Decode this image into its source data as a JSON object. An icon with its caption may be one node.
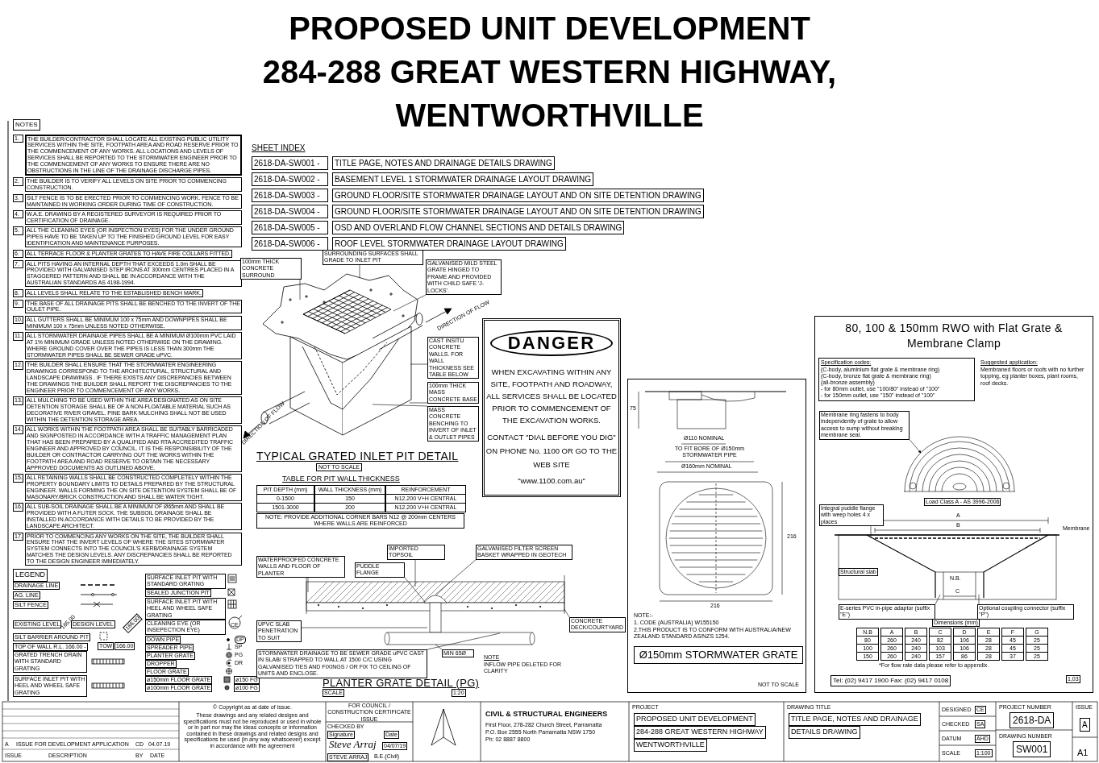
{
  "diagram": {
    "title": "PROPOSED UNIT DEVELOPMENT 284-288 GREAT WESTERN HIGHWAY, WENTWORTHVILLE",
    "nodes": [
      {
        "text": [
          "SURROUNDING SURFACES SHALL GRADE TO INLET PIT"
        ]
      },
      {
        "text": [
          "100mm THICK CONCRETE SURROUND"
        ]
      },
      {
        "text": [
          "GALVANISED MILD STEEL GRATE HINGED TO FRAME AND PROVIDED WITH CHILD SAFE 'J-LOCKS'."
        ]
      },
      {
        "text": [
          "CAST INSITU CONCRETE WALLS. FOR WALL THICKNESS SEE TABLE BELOW"
        ]
      },
      {
        "text": [
          "100mm THICK MASS CONCRETE BASE"
        ]
      },
      {
        "text": [
          "MASS CONCRETE BENCHING TO INVERT OF INLET & OUTLET PIPES"
        ]
      },
      {
        "text": [
          "IMPORTED TOPSOIL"
        ]
      },
      {
        "text": [
          "WATERPROOFED CONCRETE WALLS AND FLOOR OF PLANTER"
        ]
      },
      {
        "text": [
          "GALVANISED FILTER SCREEN BASKET WRAPPED IN GEOTECH"
        ]
      },
      {
        "text": [
          "PUDDLE FLANGE"
        ]
      },
      {
        "text": [
          "MIN 65Ø"
        ]
      },
      {
        "text": [
          "UPVC SLAB PENETRATION TO SUIT"
        ]
      },
      {
        "text": [
          "CONCRETE DECK/COURTYARD"
        ]
      },
      {
        "text": [
          "STORMWATER DRAINAGE TO BE SEWER GRADE uPVC CAST IN SLAB/ STRAPPED TO WALL AT 1500 C/C USING GALVANISED TIES AND FIXINGS / OR FIX TO CEILING OF UNITS AND ENCLOSE."
        ]
      },
      {
        "text": [
          "Membrane ring fastens to body independently of grate to allow access to sump without breaking membrane seal."
        ]
      },
      {
        "text": [
          "Integral puddle flange with weep holes 4 x places"
        ]
      },
      {
        "text": [],
        "shape": "picture"
      },
      {
        "text": [],
        "shape": "picture"
      },
      {
        "text": [],
        "shape": "picture"
      },
      {
        "text": [],
        "shape": "picture"
      },
      {
        "text": [
          "E-series PVC in-pipe adaptor (suffix \"E\")"
        ]
      },
      {
        "text": [
          "Optional coupling connector (suffix \"P\")"
        ]
      }
    ],
    "edges": [
      {
        "from": 0,
        "to": 16,
        "arrow": "none"
      },
      {
        "from": 1,
        "to": 16,
        "arrow": "none"
      },
      {
        "from": 2,
        "to": 16,
        "arrow": "none"
      },
      {
        "from": 3,
        "to": 16,
        "arrow": "none"
      },
      {
        "from": 4,
        "to": 16,
        "arrow": "none"
      },
      {
        "from": 5,
        "to": 16,
        "arrow": "none"
      },
      {
        "from": 6,
        "to": 17,
        "arrow": "none"
      },
      {
        "from": 7,
        "to": 17,
        "arrow": "none"
      },
      {
        "from": 8,
        "to": 17,
        "arrow": "none"
      },
      {
        "from": 9,
        "to": 17,
        "arrow": "none"
      },
      {
        "from": 10,
        "to": 17,
        "arrow": "none"
      },
      {
        "from": 11,
        "to": 17,
        "arrow": "none"
      },
      {
        "from": 12,
        "to": 17,
        "arrow": "none"
      },
      {
        "from": 13,
        "to": 17,
        "arrow": "none"
      },
      {
        "from": 14,
        "to": 18,
        "arrow": "to"
      },
      {
        "from": 15,
        "to": 19,
        "arrow": "none"
      },
      {
        "from": 20,
        "to": 19,
        "arrow": "none"
      },
      {
        "from": 21,
        "to": 19,
        "arrow": "none"
      }
    ],
    "labels": [
      "NOTES",
      "1.",
      "THE BUILDER/CONTRACTOR SHALL LOCATE ALL EXISTING PUBLIC UTILITY SERVICES WITHIN THE SITE, FOOTPATH AREA AND ROAD RESERVE PRIOR TO THE COMMENCEMENT OF ANY WORKS. ALL LOCATIONS AND LEVELS OF SERVICES SHALL BE REPORTED TO THE STORMWATER ENGINEER PRIOR TO THE COMMENCEMENT OF ANY WORKS TO ENSURE THERE ARE NO OBSTRUCTIONS IN THE LINE OF THE DRAINAGE DISCHARGE PIPES.",
      "2.",
      "THE BUILDER IS TO VERIFY ALL LEVELS ON SITE PRIOR TO COMMENCING CONSTRUCTION.",
      "3.",
      "SILT FENCE IS TO BE ERECTED PRIOR TO COMMENCING WORK. FENCE TO BE MAINTAINED IN WORKING ORDER DURING TIME OF CONSTRUCTION.",
      "4.",
      "W.A.E. DRAWING BY A REGISTERED SURVEYOR IS REQUIRED PRIOR TO CERTIFICATION OF DRAINAGE.",
      "5.",
      "ALL THE CLEANING EYES (OR INSPECTION EYES) FOR THE UNDER GROUND PIPES HAVE TO BE TAKEN UP TO THE FINISHED GROUND LEVEL FOR EASY IDENTIFICATION AND MAINTENANCE PURPOSES.",
      "6.",
      "ALL TERRACE FLOOR & PLANTER GRATES TO HAVE FIRE COLLARS FITTED.",
      "7.",
      "ALL PITS HAVING AN INTERNAL DEPTH THAT EXCEEDS 1.0m SHALL BE PROVIDED WITH GALVANISED STEP IRONS AT 300mm CENTRES PLACED IN A STAGGERED PATTERN AND SHALL BE IN ACCORDANCE WITH THE AUSTRALIAN STANDARDS AS 4198-1994.",
      "8.",
      "ALL LEVELS SHALL RELATE TO THE ESTABLISHED BENCH MARK.",
      "9.",
      "THE BASE OF ALL DRAINAGE PITS SHALL BE BENCHED TO THE INVERT OF THE OULET PIPE.",
      "10.",
      "ALL GUTTERS SHALL BE MINIMUM 100 x 75mm AND DOWNPIPES SHALL BE MINIMUM 100 x 75mm UNLESS NOTED OTHERWISE.",
      "11.",
      "ALL STORMWATER DRAINAGE PIPES SHALL BE A MINIMUM Ø100mm PVC LAID AT 1% MINIMUM GRADE UNLESS NOTED OTHERWISE ON THE DRAWING. WHERE GROUND COVER OVER THE PIPES IS LESS THAN 300mm THE STORMWATER PIPES SHALL BE SEWER GRADE uPVC.",
      "12.",
      "THE BUILDER SHALL ENSURE THAT THE STORMWATER ENGINEERING DRAWINGS CORRESPOND TO THE ARCHITECTURAL, STRUCTURAL AND LANDSCAPE DRAWINGS . IF THERE EXISTS ANY DISCREPANCIES BETWEEN THE DRAWINGS THE BUILDER SHALL REPORT THE DISCREPANCIES TO THE ENGINEER PRIOR TO COMMENCEMENT OF ANY WORKS.",
      "13.",
      "ALL MULCHING TO BE USED WITHIN THE AREA DESIGNATED AS ON SITE DETENTION STORAGE SHALL BE OF A NON-FLOATABLE MATERIAL SUCH AS DECORATIVE RIVER GRAVEL. PINE BARK MULCHING SHALL NOT BE USED WITHIN THE DETENTION STORAGE AREA.",
      "14.",
      "ALL WORKS WITHIN THE FOOTPATH AREA SHALL BE SUITABLY BARRICADED AND SIGNPOSTED IN ACCORDANCE WITH A TRAFFIC MANAGEMENT PLAN THAT HAS BEEN PREPARED BY A QUALIFIED AND RTA ACCREDITED TRAFFIC ENGINEER AND APPROVED BY COUNCIL. IT IS THE RESPONSIBILITY OF THE BUILDER OR CONTRACTOR CARRYING OUT THE WORKS WITHIN THE FOOTPATH AREA AND ROAD RESERVE TO OBTAIN THE NECESSARY APPROVED DOCUMENTS AS OUTLINED ABOVE.",
      "15.",
      "ALL RETAINING WALLS SHALL BE CONSTRUCTED COMPLETELY WITHIN THE PROPERTY BOUNDARY LIMITS TO DETAILS PREPARED BY THE STRUCTURAL ENGINEER. WALLS FORMING THE ON SITE DETENTION SYSTEM SHALL BE OF MASONARY/BRICK CONSTRUCTION AND SHALL BE WATER TIGHT.",
      "16.",
      "ALL SUB-SOIL DRAINAGE SHALL BE A MINIMUM OF Ø65mm AND SHALL BE PROVIDED WITH A FLITER SOCK. THE SUBSOIL DRAINAGE SHALL BE INSTALLED IN ACCORDANCE WITH DETAILS TO BE PROVIDED BY THE LANDSCAPE ARCHITECT.",
      "17.",
      "PRIOR TO COMMENCING ANY WORKS ON THE SITE, THE BUILDER SHALL ENSURE THAT THE INVERT LEVELS OF WHERE THE SITES STORMWATER SYSTEM CONNECTS INTO THE COUNCIL'S KERB/DRAINAGE SYSTEM MATCHES THE DESIGN LEVELS. ANY DISCREPANCIES SHALL BE REPORTED TO THE DESIGN ENGINEER IMMEDIATELY.",
      "SHEET INDEX",
      "2618-DA-SW001 -",
      "TITLE PAGE, NOTES AND DRAINAGE DETAILS DRAWING",
      "2618-DA-SW002 -",
      "BASEMENT LEVEL 1 STORMWATER DRAINAGE LAYOUT DRAWING",
      "2618-DA-SW003 -",
      "GROUND FLOOR/SITE STORMWATER DRAINAGE LAYOUT AND ON SITE DETENTION DRAWING",
      "2618-DA-SW004 -",
      "GROUND FLOOR/SITE STORMWATER DRAINAGE LAYOUT AND ON SITE DETENTION DRAWING",
      "2618-DA-SW005 -",
      "OSD AND OVERLAND FLOW CHANNEL SECTIONS AND DETAILS DRAWING",
      "2618-DA-SW006 -",
      "ROOF LEVEL STORMWATER DRAINAGE LAYOUT DRAWING",
      "DIRECTION OF FLOW",
      "DIRECTION OF FLOW",
      "TYPICAL GRATED INLET PIT DETAIL",
      "NOT TO SCALE",
      "TABLE FOR PIT WALL THICKNESS",
      "PIT DEPTH (mm)",
      "WALL THICKNESS (mm)",
      "REINFORCEMENT",
      "0-1500",
      "150",
      "N12.200 V+H CENTRAL",
      "1501-3000",
      "200",
      "N12.200 V+H CENTRAL",
      "NOTE: PROVIDE ADDITIONAL CORNER BARS N12 @ 200mm CENTERS WHERE WALLS ARE REINFORCED",
      "DANGER",
      "WHEN EXCAVATING WITHIN ANY SITE, FOOTPATH AND ROADWAY, ALL SERVICES SHALL BE LOCATED PRIOR TO COMMENCEMENT OF THE EXCAVATION WORKS.",
      "CONTACT \"DIAL BEFORE YOU DIG\" ON PHONE No. 1100 OR GO TO THE WEB SITE",
      "\"www.1100.com.au\"",
      "75",
      "Ø110 NOMINAL",
      "TO FIT BORE OF Ø150mm STORMWATER PIPE",
      "Ø160mm NOMINAL",
      "216",
      "216",
      "NOTE:-",
      "1. CODE (AUSTRALIA) W155150",
      "2.THIS PRODUCT IS TO CONFORM WITH AUSTRALIA/NEW ZEALAND STANDARD AS/NZS 1254.",
      "Ø150mm STORMWATER GRATE",
      "NOT TO SCALE",
      "PLANTER GRATE DETAIL (PG)",
      "SCALE",
      "1:20",
      "NOTE",
      "INFLOW PIPE DELETED FOR CLARITY",
      "80, 100 & 150mm RWO with Flat Grate & Membrane Clamp",
      "Specification codes:",
      "(C-body, aluminium flat grate & membrane ring)",
      "(C-body, bronze flat grate & membrane ring)",
      "(all-bronze assembly)",
      "- for 80mm outlet, use \"100/80\" instead of \"100\"",
      "- for 150mm outlet, use \"150\" instead of \"100\"",
      "Suggested application:",
      "Membraned floors or roofs with no further topping, eg planter boxes, plant rooms, roof decks.",
      "Load Class A - AS 3996-2006",
      "Membrane",
      "Structural slab",
      "A",
      "B",
      "N.B.",
      "C",
      "Dimensions (mm)",
      "N.B",
      "A",
      "B",
      "C",
      "D",
      "E",
      "F",
      "G",
      "80",
      "260",
      "240",
      "82",
      "106",
      "28",
      "45",
      "25",
      "100",
      "260",
      "240",
      "103",
      "106",
      "28",
      "45",
      "25",
      "150",
      "260",
      "240",
      "157",
      "86",
      "28",
      "37",
      "25",
      "*For flow rate data please refer to appendix.",
      "Tel: (02) 9417 1900 Fax: (02) 9417 0108",
      "1,03",
      "LEGEND",
      "165.00",
      "166.00",
      "TOW",
      "166.00",
      "CE",
      "DP",
      "SP",
      "PG",
      "DR",
      "ø150 FG",
      "ø100 FG",
      "A",
      "ISSUE FOR DEVELOPMENT APPLICATION",
      "CD",
      "04.07.19",
      "ISSUE",
      "DESCRIPTION",
      "BY",
      "DATE",
      "© Copyright as at date of issue.",
      "These drawings and any related designs and specifications must not be reproduced or used in whole or in part nor may the ideas concepts or information contained in these drawings and related designs and specifications be used (in any way whatsoever) except in accordance with the agreement",
      "FOR COUNCIL / CONSTRUCTION CERTIFICATE ISSUE",
      "CHECKED BY",
      "Signature",
      "Date",
      "Steve Arraj",
      "04/07/19",
      "STEVE ARRAJ",
      "B.E.(Civil)",
      "CIVIL & STRUCTURAL ENGINEERS",
      "First Floor, 278-282 Church Street, Parramatta",
      "P.O. Box 2555 North Parramatta NSW 1750",
      "Ph: 02 8887 8800",
      "PROJECT",
      "PROPOSED UNIT DEVELOPMENT",
      "284-288 GREAT WESTERN HIGHWAY",
      "WENTWORTHVILLE",
      "DRAWING TITLE",
      "TITLE PAGE, NOTES AND DRAINAGE",
      "DETAILS DRAWING",
      "DESIGNED",
      "CE",
      "CHECKED",
      "SA",
      "DATUM",
      "AHD",
      "SCALE",
      "1:100",
      "PROJECT NUMBER",
      "2618-DA",
      "DRAWING NUMBER",
      "SW001",
      "ISSUE",
      "A",
      "A1"
    ],
    "legend": [
      {
        "text": "DRAINAGE LINE"
      },
      {
        "text": "AG. LINE"
      },
      {
        "text": "SILT FENCE"
      },
      {
        "text": "EXISTING LEVEL"
      },
      {
        "text": "DESIGN LEVEL"
      },
      {
        "text": "SILT BARRIER AROUND PIT"
      },
      {
        "text": "TOP OF WALL R.L. 166.00 -"
      },
      {
        "text": "GRATED TRENCH DRAIN WITH STANDARD GRATING"
      },
      {
        "text": "SURFACE INLET PIT WITH HEEL AND WHEEL SAFE GRATING"
      },
      {
        "text": "SURFACE INLET PIT WITH STANDARD GRATING"
      },
      {
        "text": "SEALED JUNCTION PIT"
      },
      {
        "text": "SURFACE INLET PIT WITH HEEL AND WHEEL SAFE GRATING"
      },
      {
        "text": "CLEANING EYE (OR INSEPECTION EYE)"
      },
      {
        "text": "DOWN PIPE"
      },
      {
        "text": "SPREADER PIPE"
      },
      {
        "text": "PLANTER GRATE"
      },
      {
        "text": "DROPPER"
      },
      {
        "text": "FLOOR GRATE"
      },
      {
        "text": "ø150mm FLOOR GRATE"
      },
      {
        "text": "ø100mm FLOOR GRATE"
      }
    ]
  }
}
